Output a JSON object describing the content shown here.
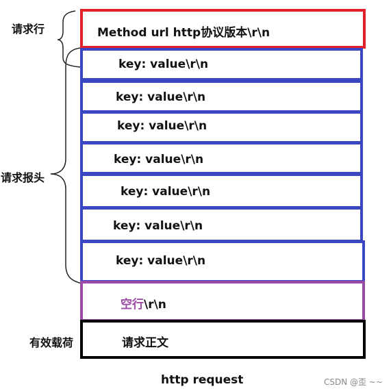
{
  "diagram": {
    "left_labels": {
      "request_line": "请求行",
      "request_headers": "请求报头",
      "payload": "有效载荷"
    },
    "request_line_text": "Method url http协议版本\\r\\n",
    "headers": [
      "key: value\\r\\n",
      "key: value\\r\\n",
      "key: value\\r\\n",
      "key: value\\r\\n",
      "key: value\\r\\n",
      "key: value\\r\\n",
      "key: value\\r\\n"
    ],
    "blank_line": {
      "label": "空行",
      "suffix": "\\r\\n"
    },
    "body_text": "请求正文",
    "caption": "http request",
    "watermark": "CSDN @歪 ~~",
    "colors": {
      "request_line_border": "#e0202a",
      "headers_border": "#3b46c2",
      "blank_line_border": "#9a4aa4",
      "body_border": "#000000",
      "blank_line_text": "#9a4aa4"
    }
  }
}
